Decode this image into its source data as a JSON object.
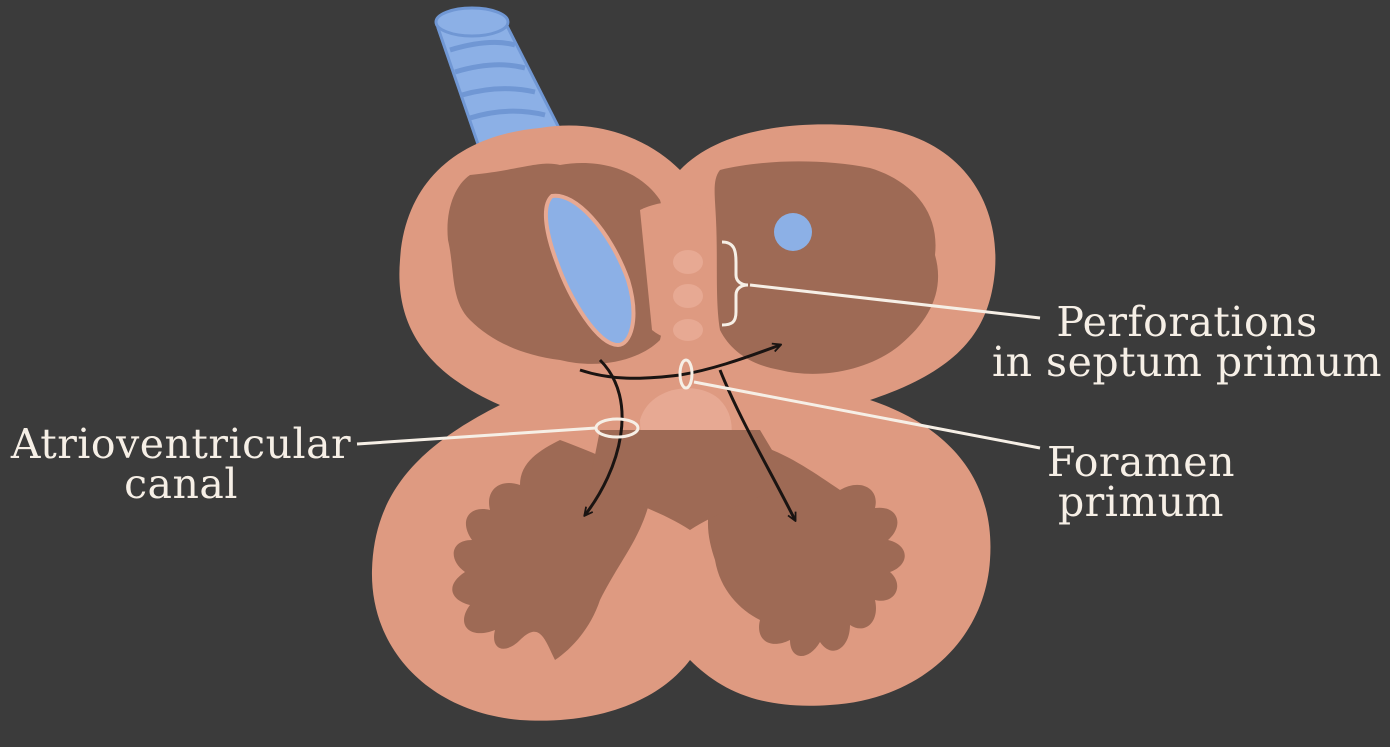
{
  "colors": {
    "background": "#3b3b3b",
    "heart_wall": "#de9a81",
    "heart_wall_light": "#e7a993",
    "chamber": "#9e6a55",
    "blood_vessel": "#8cb0e6",
    "blood_vessel_dark": "#7097d4",
    "leader_line": "#f6efe6",
    "arrow": "#1a1412"
  },
  "labels": {
    "perforations": [
      "Perforations",
      "in septum primum"
    ],
    "atrioventricular": [
      "Atrioventricular",
      "canal"
    ],
    "foramen": [
      "Foramen",
      "primum"
    ]
  }
}
